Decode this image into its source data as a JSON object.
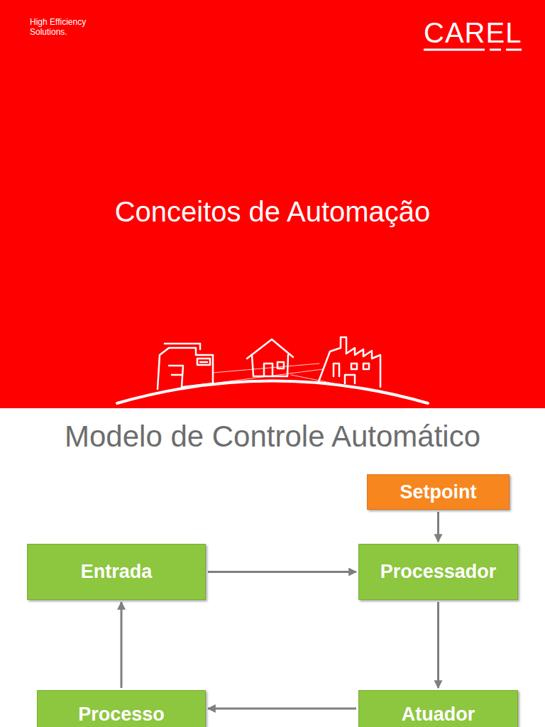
{
  "diagram": {
    "title": "Modelo de Controle Automático",
    "nodes": [
      {
        "text": [
          "Setpoint"
        ]
      },
      {
        "text": [
          "Entrada"
        ]
      },
      {
        "text": [
          "Processador"
        ]
      },
      {
        "text": [
          "Processo"
        ]
      },
      {
        "text": [
          "Atuador"
        ]
      }
    ],
    "edges": [
      {
        "from": 0,
        "to": 2,
        "arrow": "to"
      },
      {
        "from": 1,
        "to": 2,
        "arrow": "to"
      },
      {
        "from": 2,
        "to": 4,
        "arrow": "to"
      },
      {
        "from": 4,
        "to": 3,
        "arrow": "to"
      },
      {
        "from": 3,
        "to": 1,
        "arrow": "to"
      }
    ],
    "labels": [
      "High Efficiency Solutions.",
      "CAREL",
      "Conceitos de Automação"
    ]
  }
}
